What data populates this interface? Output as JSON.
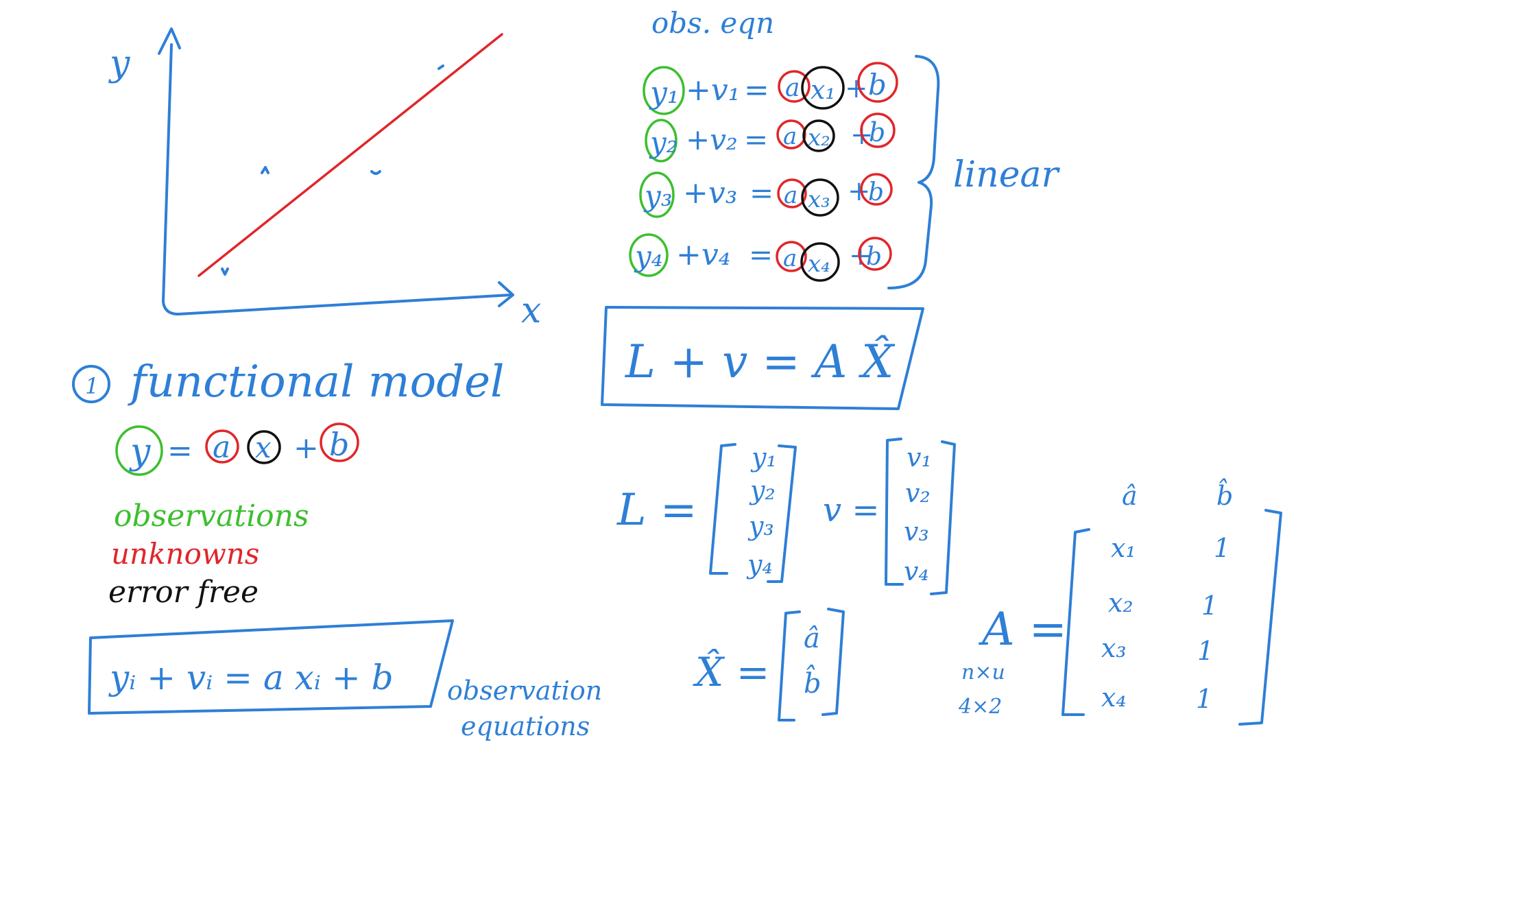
{
  "colors": {
    "ink_blue": "#2e7fd6",
    "ink_red": "#e0262b",
    "ink_green": "#3cbf2e",
    "ink_black": "#111111"
  },
  "graph": {
    "y_label": "y",
    "x_label": "x"
  },
  "section1": {
    "number": "1",
    "title": "functional model",
    "eq_y": "y",
    "eq_equals": "=",
    "eq_a": "a",
    "eq_x": "x",
    "eq_plus": "+",
    "eq_b": "b",
    "legend_observations": "observations",
    "legend_unknowns": "unknowns",
    "legend_error_free": "error free",
    "boxed_equation": "yᵢ + vᵢ  =  a xᵢ + b",
    "boxed_label_line1": "observation",
    "boxed_label_line2": "equations"
  },
  "obs_eqn": {
    "heading": "obs. eqn",
    "rows": [
      {
        "y": "y₁",
        "v": "+v₁",
        "eq": "=",
        "a": "a",
        "x": "x₁",
        "plus": "+",
        "b": "b"
      },
      {
        "y": "y₂",
        "v": "+v₂",
        "eq": "=",
        "a": "a",
        "x": "x₂",
        "plus": "+",
        "b": "b"
      },
      {
        "y": "y₃",
        "v": "+v₃",
        "eq": "=",
        "a": "a",
        "x": "x₃",
        "plus": "+",
        "b": "b"
      },
      {
        "y": "y₄",
        "v": "+v₄",
        "eq": "=",
        "a": "a",
        "x": "x₄",
        "plus": "+",
        "b": "b"
      }
    ],
    "brace_label": "linear",
    "matrix_equation": "L + v  =  A X̂"
  },
  "matrices": {
    "L_label": "L =",
    "L_entries": [
      "y₁",
      "y₂",
      "y₃",
      "y₄"
    ],
    "v_label": "v =",
    "v_entries": [
      "v₁",
      "v₂",
      "v₃",
      "v₄"
    ],
    "X_label": "X̂ =",
    "X_entries": [
      "â",
      "b̂"
    ],
    "A_label": "A =",
    "A_dim1": "n×u",
    "A_dim2": "4×2",
    "A_col_headers": [
      "â",
      "b̂"
    ],
    "A_rows": [
      [
        "x₁",
        "1"
      ],
      [
        "x₂",
        "1"
      ],
      [
        "x₃",
        "1"
      ],
      [
        "x₄",
        "1"
      ]
    ]
  }
}
